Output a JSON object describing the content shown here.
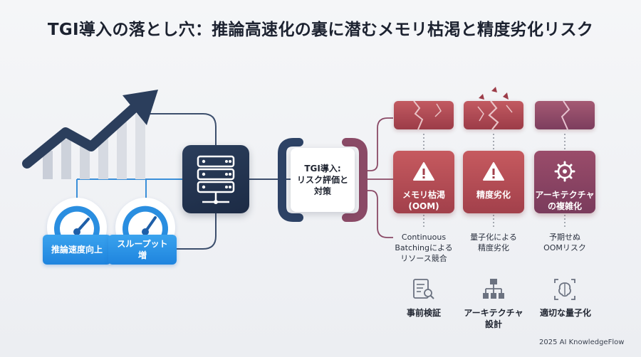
{
  "title": "TGI導入の落とし穴：推論高速化の裏に潜むメモリ枯渇と精度劣化リスク",
  "left": {
    "metrics": [
      {
        "label": "推論速度向上",
        "icon": "speedometer-icon"
      },
      {
        "label_line1": "スループット",
        "label_line2": "増",
        "icon": "speedometer-icon"
      }
    ],
    "growth_icon": "growth-arrow-icon",
    "server_icon": "server-stack-icon"
  },
  "center": {
    "line1": "TGI導入:",
    "line2": "リスク評価と",
    "line3": "対策"
  },
  "risks": [
    {
      "line1": "メモリ枯渇",
      "line2": "(OOM)",
      "icon": "warning-icon",
      "desc_line1": "Continuous",
      "desc_line2": "Batchingによる",
      "desc_line3": "リソース競合"
    },
    {
      "line1": "精度劣化",
      "line2": "",
      "icon": "warning-icon",
      "desc_line1": "量子化による",
      "desc_line2": "精度劣化",
      "desc_line3": ""
    },
    {
      "line1": "アーキテクチャ",
      "line2": "の複雑化",
      "icon": "gear-icon",
      "desc_line1": "予期せぬ",
      "desc_line2": "OOMリスク",
      "desc_line3": ""
    }
  ],
  "mitigations": [
    {
      "label": "事前検証",
      "label2": "",
      "icon": "checklist-search-icon"
    },
    {
      "label": "アーキテクチャ",
      "label2": "設計",
      "icon": "hierarchy-icon"
    },
    {
      "label": "適切な量子化",
      "label2": "",
      "icon": "brain-chip-icon"
    }
  ],
  "footer": "2025 AI KnowledgeFlow",
  "colors": {
    "navy": "#1c2b45",
    "blue": "#1e84de",
    "risk_red": "#b04a53",
    "risk_purple": "#8a4463"
  }
}
